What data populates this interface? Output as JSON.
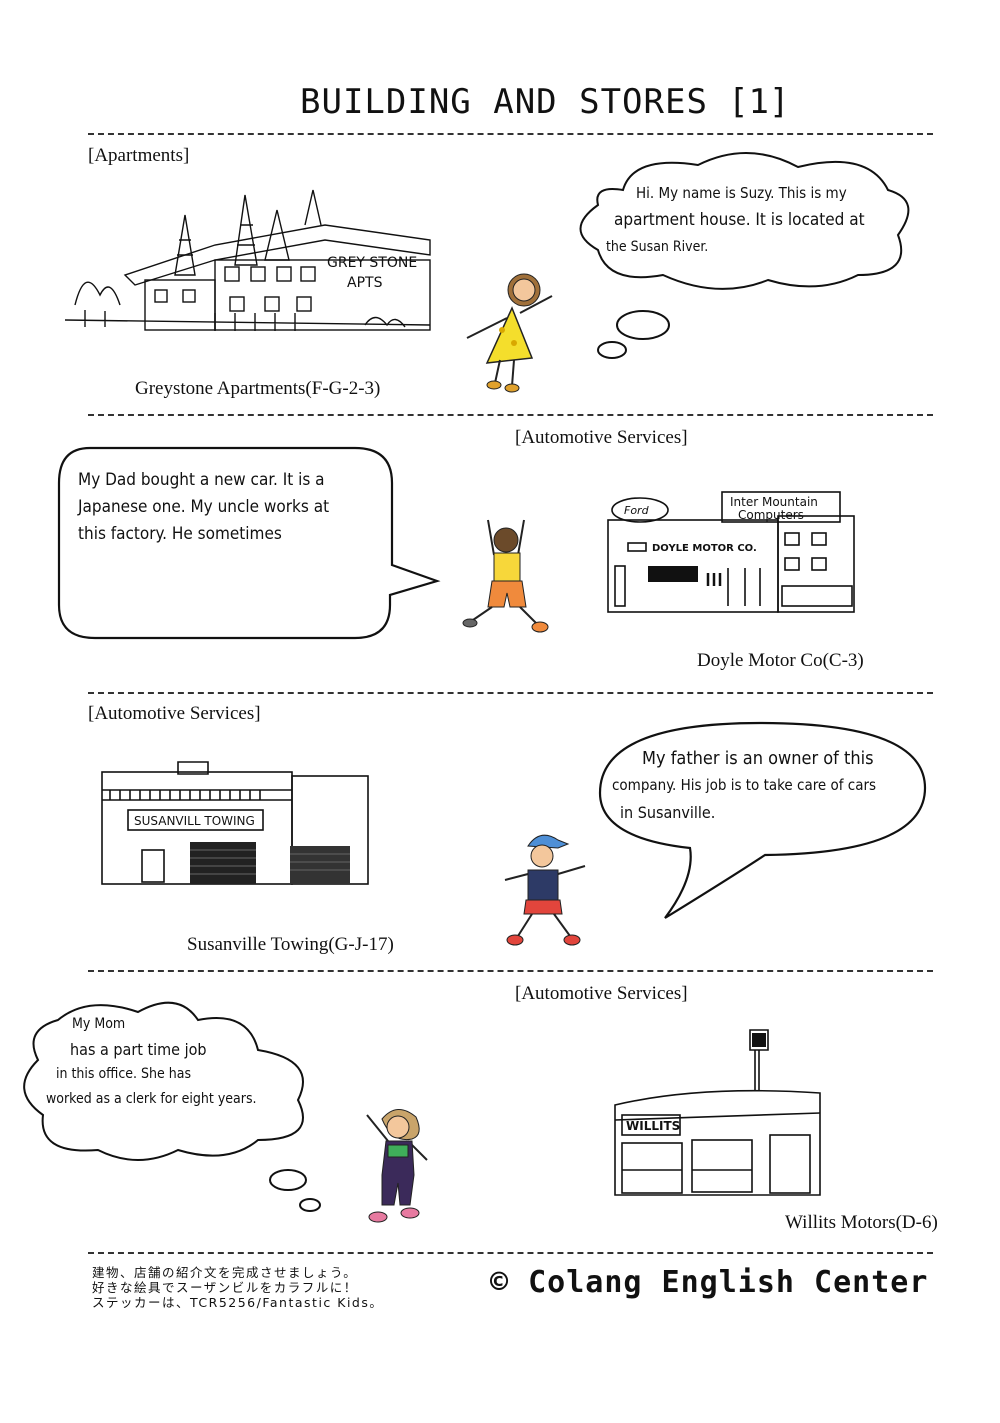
{
  "page": {
    "title": "BUILDING AND STORES",
    "sheet_number": "[1]"
  },
  "sections": [
    {
      "heading": "[Apartments]",
      "speech": [
        "Hi. My name is Suzy. This is my",
        "apartment house. It is located at",
        "the Susan River."
      ],
      "sign_lines": [
        "GREY STONE",
        "APTS"
      ],
      "caption": "Greystone Apartments(F-G-2-3)"
    },
    {
      "heading": "[Automotive Services]",
      "speech": [
        "My Dad bought a new car. It is a",
        "Japanese one. My uncle works at",
        "this factory. He sometimes"
      ],
      "sign_lines": [
        "Ford",
        "Inter Mountain",
        "Computers",
        "DOYLE MOTOR CO."
      ],
      "caption": "Doyle Motor Co(C-3)"
    },
    {
      "heading": "[Automotive Services]",
      "speech": [
        "My father is an owner of this",
        "company. His job is to take care of cars",
        "in Susanville."
      ],
      "sign_lines": [
        "SUSANVILL TOWING"
      ],
      "caption": "Susanville  Towing(G-J-17)"
    },
    {
      "heading": "[Automotive Services]",
      "speech": [
        "My Mom",
        "has a part time job",
        "in this office. She has",
        "worked as a clerk for eight years."
      ],
      "sign_lines": [
        "WILLITS"
      ],
      "caption": "Willits Motors(D-6)"
    }
  ],
  "footer": {
    "instructions": [
      "建物、店舗の紹介文を完成させましょう。",
      "好きな絵具でスーザンビルをカラフルに！",
      "ステッカーは、TCR5256/Fantastic Kids。"
    ],
    "copyright": "© Colang English Center"
  },
  "colors": {
    "ink": "#111111",
    "rule": "#333333",
    "girl_dress": "#f4de2c",
    "boy_shirt": "#f7d73a",
    "boy_shorts": "#f08a3c",
    "cap_blue": "#4e8fd6",
    "shorts_red": "#e2453c",
    "mom_overalls": "#3b2a5a"
  },
  "icons": [
    "copyright-symbol"
  ]
}
